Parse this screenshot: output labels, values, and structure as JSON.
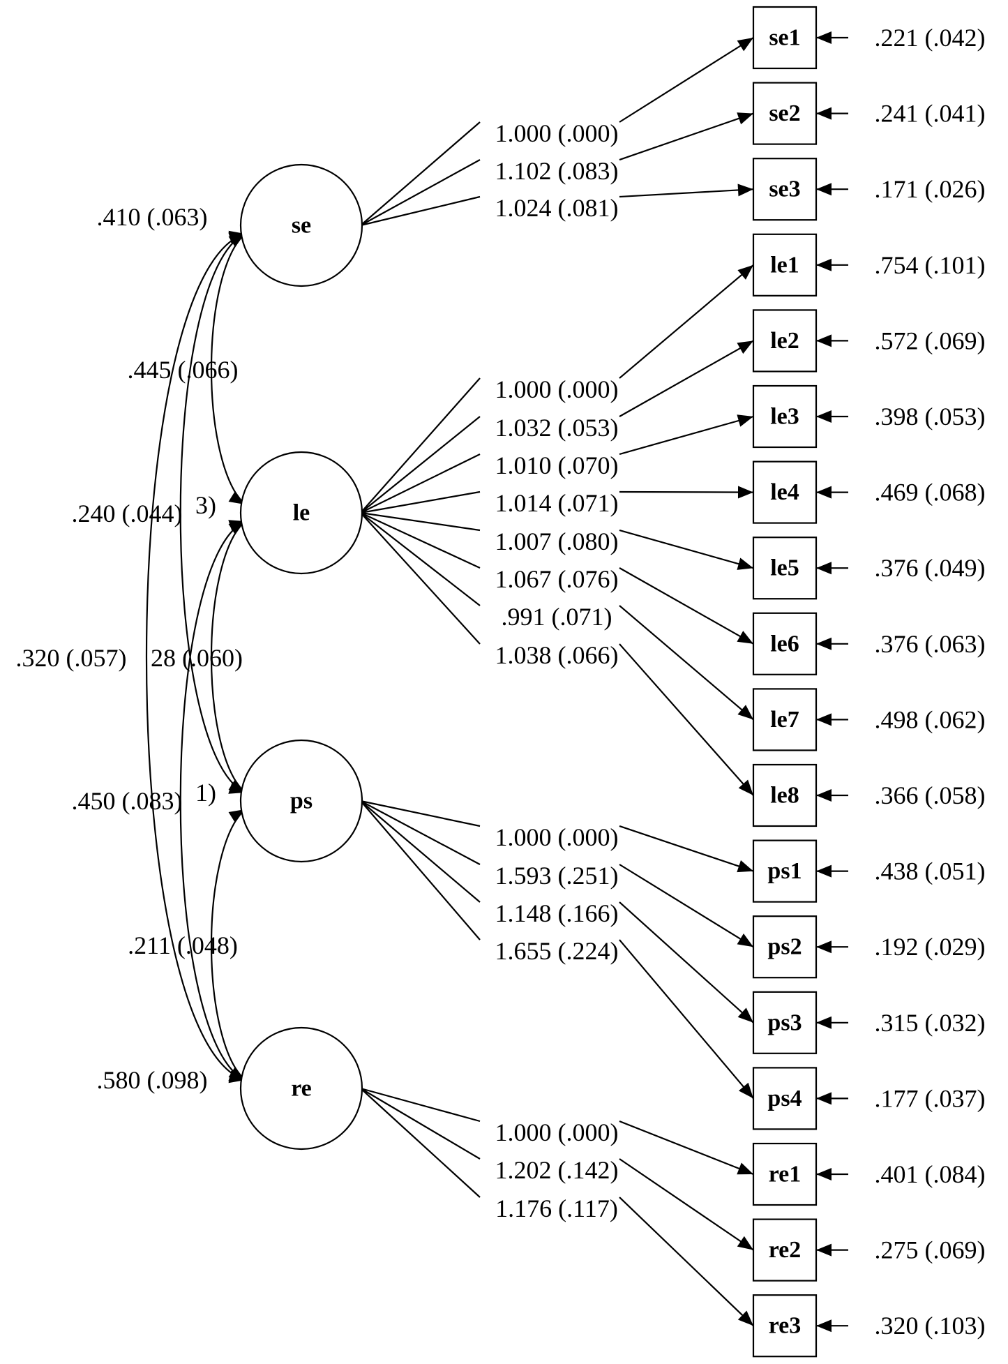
{
  "latent_factors": [
    {
      "id": "se",
      "label": "se"
    },
    {
      "id": "le",
      "label": "le"
    },
    {
      "id": "ps",
      "label": "ps"
    },
    {
      "id": "re",
      "label": "re"
    }
  ],
  "indicators": [
    {
      "id": "se1",
      "label": "se1",
      "factor": "se",
      "loading": "1.000 (.000)",
      "residual": ".221 (.042)"
    },
    {
      "id": "se2",
      "label": "se2",
      "factor": "se",
      "loading": "1.102 (.083)",
      "residual": ".241 (.041)"
    },
    {
      "id": "se3",
      "label": "se3",
      "factor": "se",
      "loading": "1.024 (.081)",
      "residual": ".171 (.026)"
    },
    {
      "id": "le1",
      "label": "le1",
      "factor": "le",
      "loading": "1.000 (.000)",
      "residual": ".754 (.101)"
    },
    {
      "id": "le2",
      "label": "le2",
      "factor": "le",
      "loading": "1.032 (.053)",
      "residual": ".572 (.069)"
    },
    {
      "id": "le3",
      "label": "le3",
      "factor": "le",
      "loading": "1.010 (.070)",
      "residual": ".398 (.053)"
    },
    {
      "id": "le4",
      "label": "le4",
      "factor": "le",
      "loading": "1.014 (.071)",
      "residual": ".469 (.068)"
    },
    {
      "id": "le5",
      "label": "le5",
      "factor": "le",
      "loading": "1.007 (.080)",
      "residual": ".376 (.049)"
    },
    {
      "id": "le6",
      "label": "le6",
      "factor": "le",
      "loading": "1.067 (.076)",
      "residual": ".376 (.063)"
    },
    {
      "id": "le7",
      "label": "le7",
      "factor": "le",
      "loading": ".991 (.071)",
      "residual": ".498 (.062)"
    },
    {
      "id": "le8",
      "label": "le8",
      "factor": "le",
      "loading": "1.038 (.066)",
      "residual": ".366 (.058)"
    },
    {
      "id": "ps1",
      "label": "ps1",
      "factor": "ps",
      "loading": "1.000 (.000)",
      "residual": ".438 (.051)"
    },
    {
      "id": "ps2",
      "label": "ps2",
      "factor": "ps",
      "loading": "1.593 (.251)",
      "residual": ".192 (.029)"
    },
    {
      "id": "ps3",
      "label": "ps3",
      "factor": "ps",
      "loading": "1.148 (.166)",
      "residual": ".315 (.032)"
    },
    {
      "id": "ps4",
      "label": "ps4",
      "factor": "ps",
      "loading": "1.655 (.224)",
      "residual": ".177 (.037)"
    },
    {
      "id": "re1",
      "label": "re1",
      "factor": "re",
      "loading": "1.000 (.000)",
      "residual": ".401 (.084)"
    },
    {
      "id": "re2",
      "label": "re2",
      "factor": "re",
      "loading": "1.202 (.142)",
      "residual": ".275 (.069)"
    },
    {
      "id": "re3",
      "label": "re3",
      "factor": "re",
      "loading": "1.176 (.117)",
      "residual": ".320 (.103)"
    }
  ],
  "factor_covariances": [
    {
      "from": "se",
      "to": "le",
      "value": ".445 (.066)"
    },
    {
      "from": "se",
      "to": "ps",
      "value": ".240 (.044)"
    },
    {
      "from": "se",
      "to": "re",
      "value": ".320 (.057)"
    },
    {
      "from": "le",
      "to": "ps",
      "value": "28 (.060)"
    },
    {
      "from": "le",
      "to": "re",
      "value": ".450 (.083)"
    },
    {
      "from": "ps",
      "to": "re",
      "value": ".211 (.048)"
    }
  ],
  "factor_variances": [
    {
      "factor": "se",
      "value": ".410 (.063)"
    },
    {
      "factor": "re",
      "value": ".580 (.098)"
    }
  ],
  "partial_labels": [
    {
      "value": "3)"
    },
    {
      "value": "1)"
    }
  ]
}
